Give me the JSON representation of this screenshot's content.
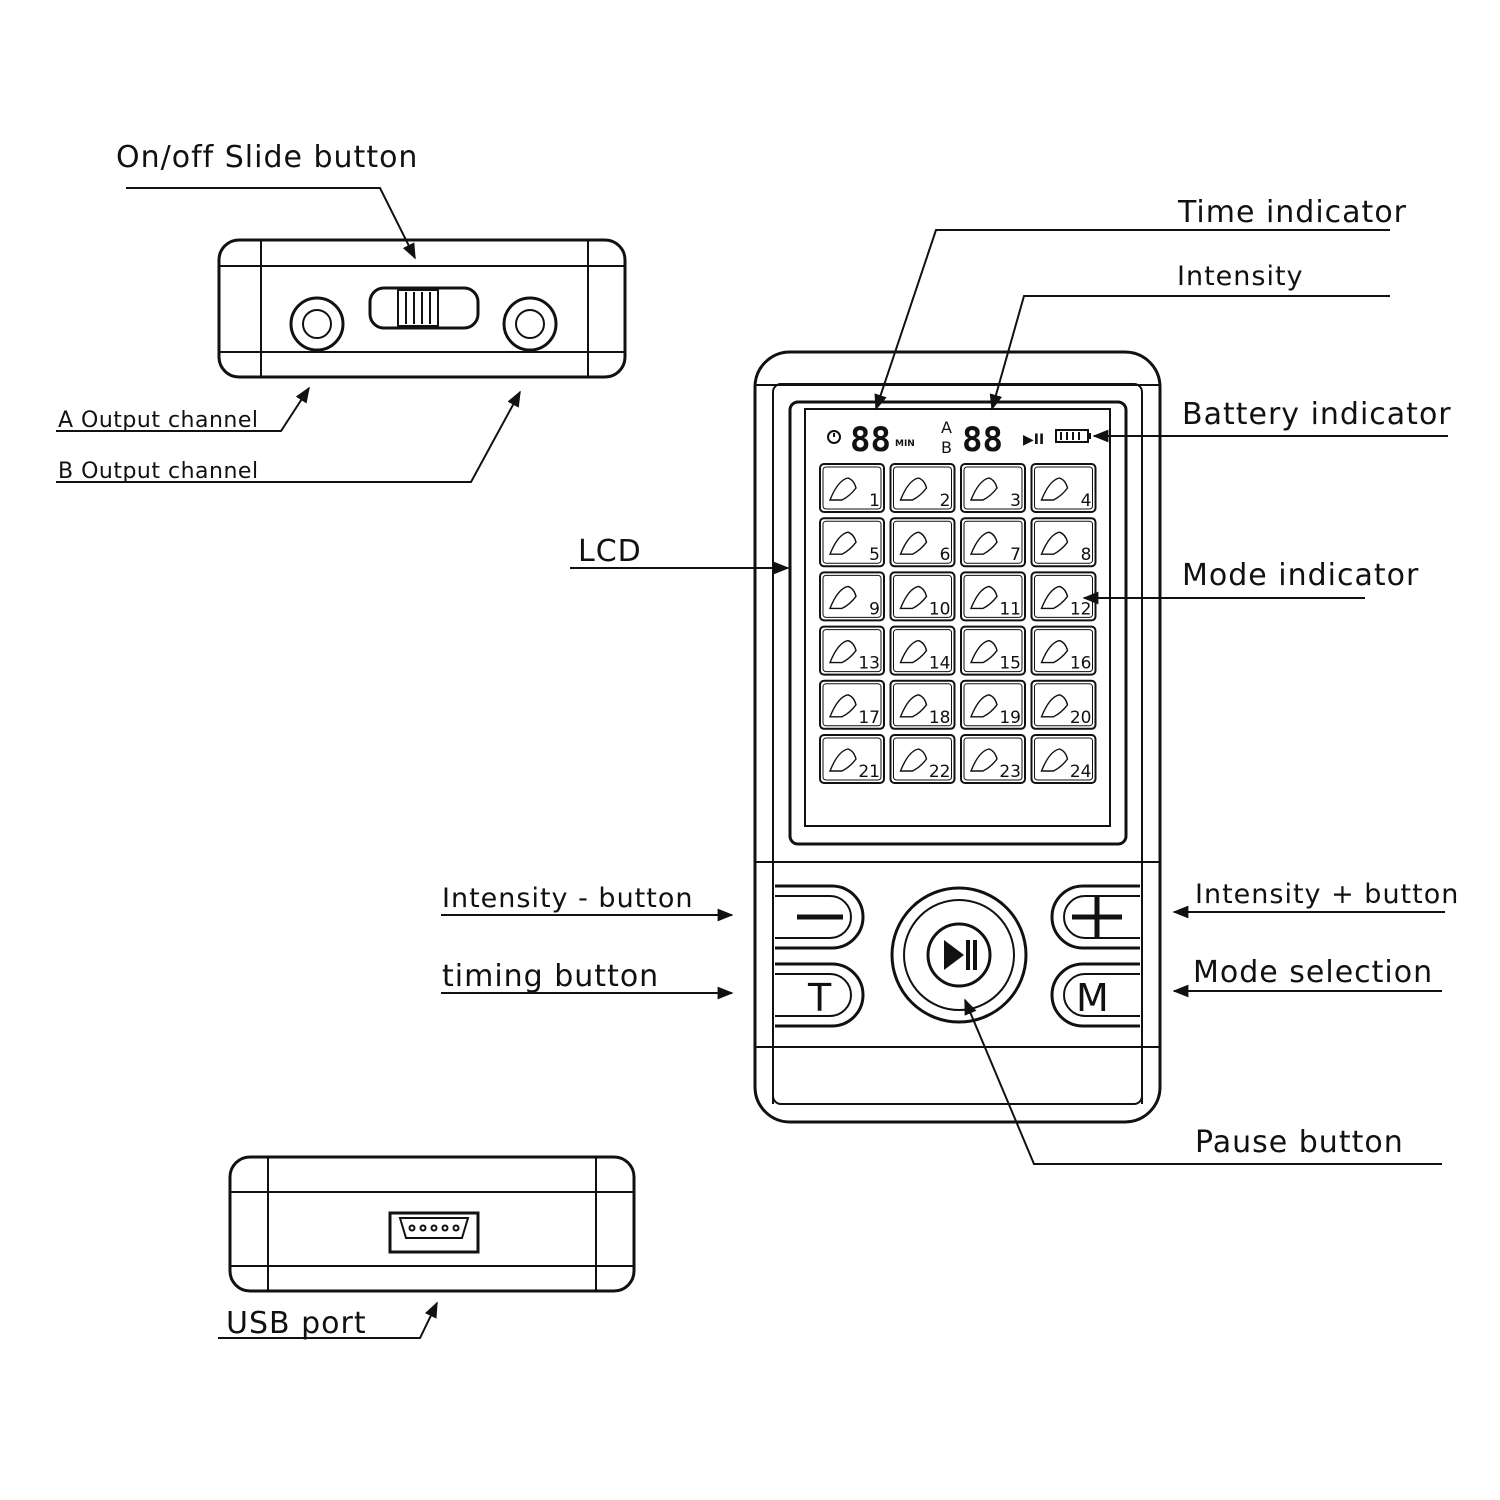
{
  "labels": {
    "on_off_slide": "On/off  Slide button",
    "a_output": "A Output  channel",
    "b_output": "B Output channel",
    "usb_port": "USB  port",
    "lcd": "LCD",
    "time_indicator": "Time  indicator",
    "intensity": "Intensity",
    "battery_indicator": "Battery  indicator",
    "mode_indicator": "Mode  indicator",
    "intensity_minus": "Intensity - button",
    "timing_button": "timing button",
    "intensity_plus": "Intensity  + button",
    "mode_selection": "Mode  selection",
    "pause_button": "Pause  button"
  },
  "lcd": {
    "time_digits": "88",
    "time_unit": "MIN",
    "channel_a": "A",
    "channel_b": "B",
    "intensity_digits": "88",
    "play_pause_glyph": "▶II"
  },
  "buttons": {
    "minus": "−",
    "plus": "+",
    "timing": "T",
    "mode": "M",
    "pause": "▶II"
  },
  "modes": [
    "1",
    "2",
    "3",
    "4",
    "5",
    "6",
    "7",
    "8",
    "9",
    "10",
    "11",
    "12",
    "13",
    "14",
    "15",
    "16",
    "17",
    "18",
    "19",
    "20",
    "21",
    "22",
    "23",
    "24"
  ]
}
